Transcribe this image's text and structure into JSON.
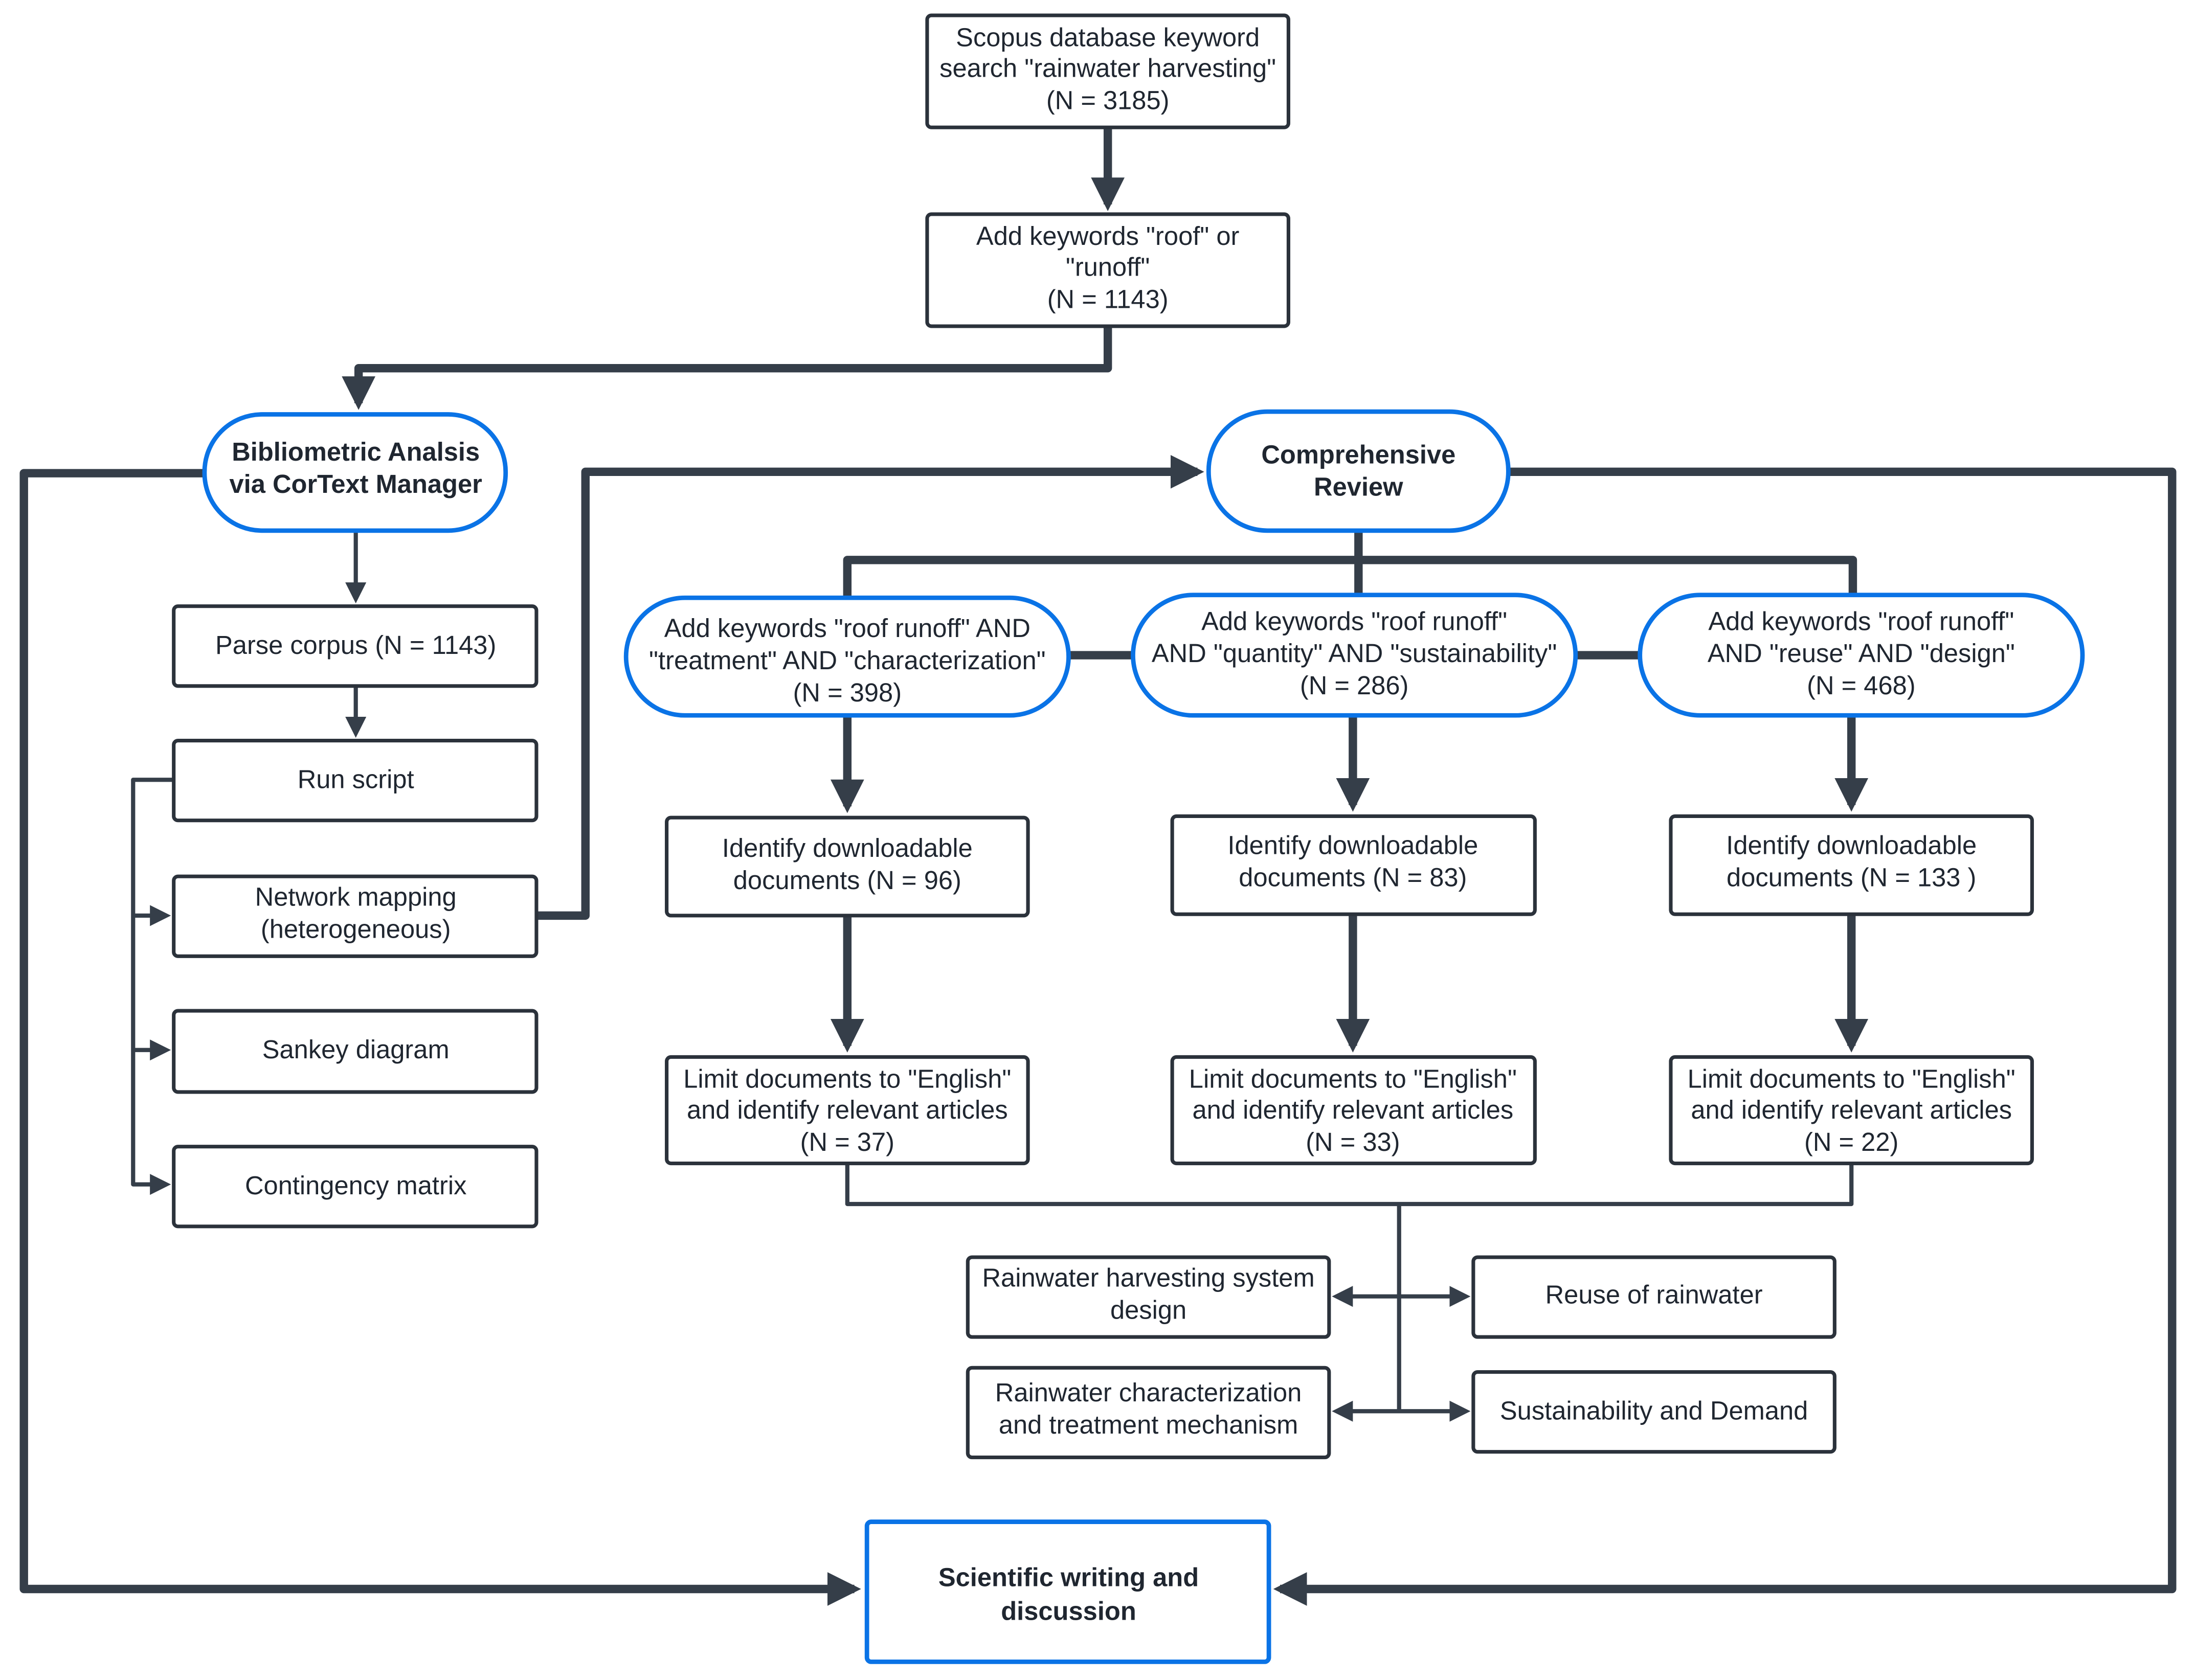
{
  "colors": {
    "edge": "#353e49",
    "highlight_border": "#0a73e6",
    "box_border": "#2b323b",
    "text": "#1f2630"
  },
  "nodes": {
    "scopus": [
      "Scopus database keyword",
      "search \"rainwater harvesting\"",
      "(N = 3185)"
    ],
    "roof": [
      "Add keywords \"roof\" or",
      "\"runoff\"",
      "(N = 1143)"
    ],
    "biblio": [
      "Bibliometric Analsis",
      "via CorText Manager"
    ],
    "comprehensive": [
      "Comprehensive",
      "Review"
    ],
    "parse": "Parse corpus (N = 1143)",
    "run_script": "Run script",
    "network": [
      "Network mapping",
      "(heterogeneous)"
    ],
    "sankey": "Sankey diagram",
    "contingency": "Contingency matrix",
    "kw1": [
      "Add keywords \"roof runoff\" AND",
      "\"treatment\" AND \"characterization\"",
      "(N = 398)"
    ],
    "kw2": [
      "Add keywords \"roof runoff\"",
      "AND \"quantity\" AND \"sustainability\"",
      "(N = 286)"
    ],
    "kw3": [
      "Add keywords \"roof runoff\"",
      "AND \"reuse\" AND \"design\"",
      "(N = 468)"
    ],
    "id1": [
      "Identify downloadable",
      "documents (N = 96)"
    ],
    "id2": [
      "Identify downloadable",
      "documents (N = 83)"
    ],
    "id3": [
      "Identify downloadable",
      "documents (N = 133 )"
    ],
    "lim1": [
      "Limit documents to \"English\"",
      "and identify relevant articles",
      "(N = 37)"
    ],
    "lim2": [
      "Limit documents to \"English\"",
      "and identify relevant articles",
      "(N = 33)"
    ],
    "lim3": [
      "Limit documents to \"English\"",
      "and identify relevant articles",
      "(N = 22)"
    ],
    "design": [
      "Rainwater harvesting system",
      "design"
    ],
    "reuse": "Reuse of rainwater",
    "characterization": [
      "Rainwater characterization",
      "and treatment mechanism"
    ],
    "sustainability": "Sustainability and Demand",
    "scientific": [
      "Scientific writing and",
      "discussion"
    ]
  }
}
